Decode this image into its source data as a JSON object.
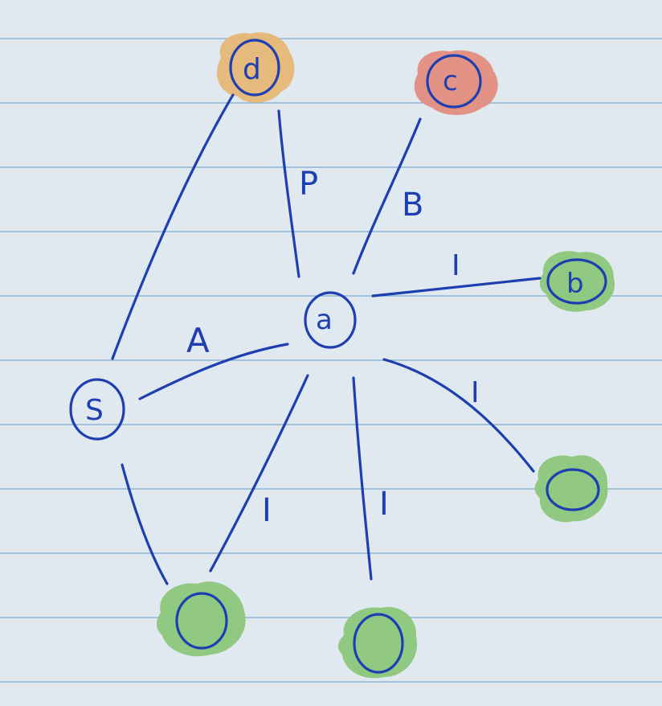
{
  "diagram": {
    "colors": {
      "paper": "#dfe9ef",
      "rule": "#6f9fc3",
      "ink": "#1f3fb0",
      "orange": "#e7b56f",
      "red": "#e3897a",
      "green": "#8cc77c"
    },
    "nodes": {
      "a": {
        "label": "a",
        "fill": "none"
      },
      "s": {
        "label": "S",
        "fill": "none"
      },
      "d": {
        "label": "d",
        "fill": "orange"
      },
      "c": {
        "label": "c",
        "fill": "red"
      },
      "b": {
        "label": "b",
        "fill": "green"
      },
      "right_unlabeled": {
        "label": "",
        "fill": "green"
      },
      "bottom_left_unlabeled": {
        "label": "",
        "fill": "green"
      },
      "bottom_middle_unlabeled": {
        "label": "",
        "fill": "green"
      }
    },
    "edges": [
      {
        "from": "a",
        "to": "d",
        "label": "P"
      },
      {
        "from": "a",
        "to": "c",
        "label": "B"
      },
      {
        "from": "a",
        "to": "b",
        "label": "I"
      },
      {
        "from": "a",
        "to": "s",
        "label": "A"
      },
      {
        "from": "a",
        "to": "right_unlabeled",
        "label": "I"
      },
      {
        "from": "a",
        "to": "bottom_middle_unlabeled",
        "label": "I"
      },
      {
        "from": "a",
        "to": "bottom_left_unlabeled",
        "label": "I"
      },
      {
        "from": "s",
        "to": "d",
        "label": ""
      },
      {
        "from": "s",
        "to": "bottom_left_unlabeled",
        "label": ""
      }
    ]
  }
}
